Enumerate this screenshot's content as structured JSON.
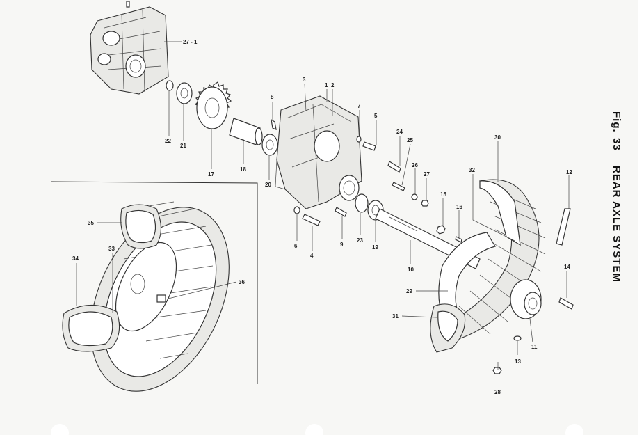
{
  "figure": {
    "fig_label": "Fig.",
    "fig_number": "33",
    "title": "REAR AXLE SYSTEM"
  },
  "callouts": {
    "c27_1": "27 - 1",
    "c22": "22",
    "c21": "21",
    "c17": "17",
    "c18": "18",
    "c20": "20",
    "c8": "8",
    "c3": "3",
    "c1": "1",
    "c2": "2",
    "c7": "7",
    "c5": "5",
    "c24": "24",
    "c25": "25",
    "c26": "26",
    "c27": "27",
    "c30": "30",
    "c32": "32",
    "c12": "12",
    "c15": "15",
    "c16": "16",
    "c6": "6",
    "c4": "4",
    "c9": "9",
    "c23": "23",
    "c19": "19",
    "c10": "10",
    "c14": "14",
    "c29": "29",
    "c31": "31",
    "c11": "11",
    "c13": "13",
    "c28": "28",
    "c35": "35",
    "c33": "33",
    "c34": "34",
    "c36": "36"
  }
}
